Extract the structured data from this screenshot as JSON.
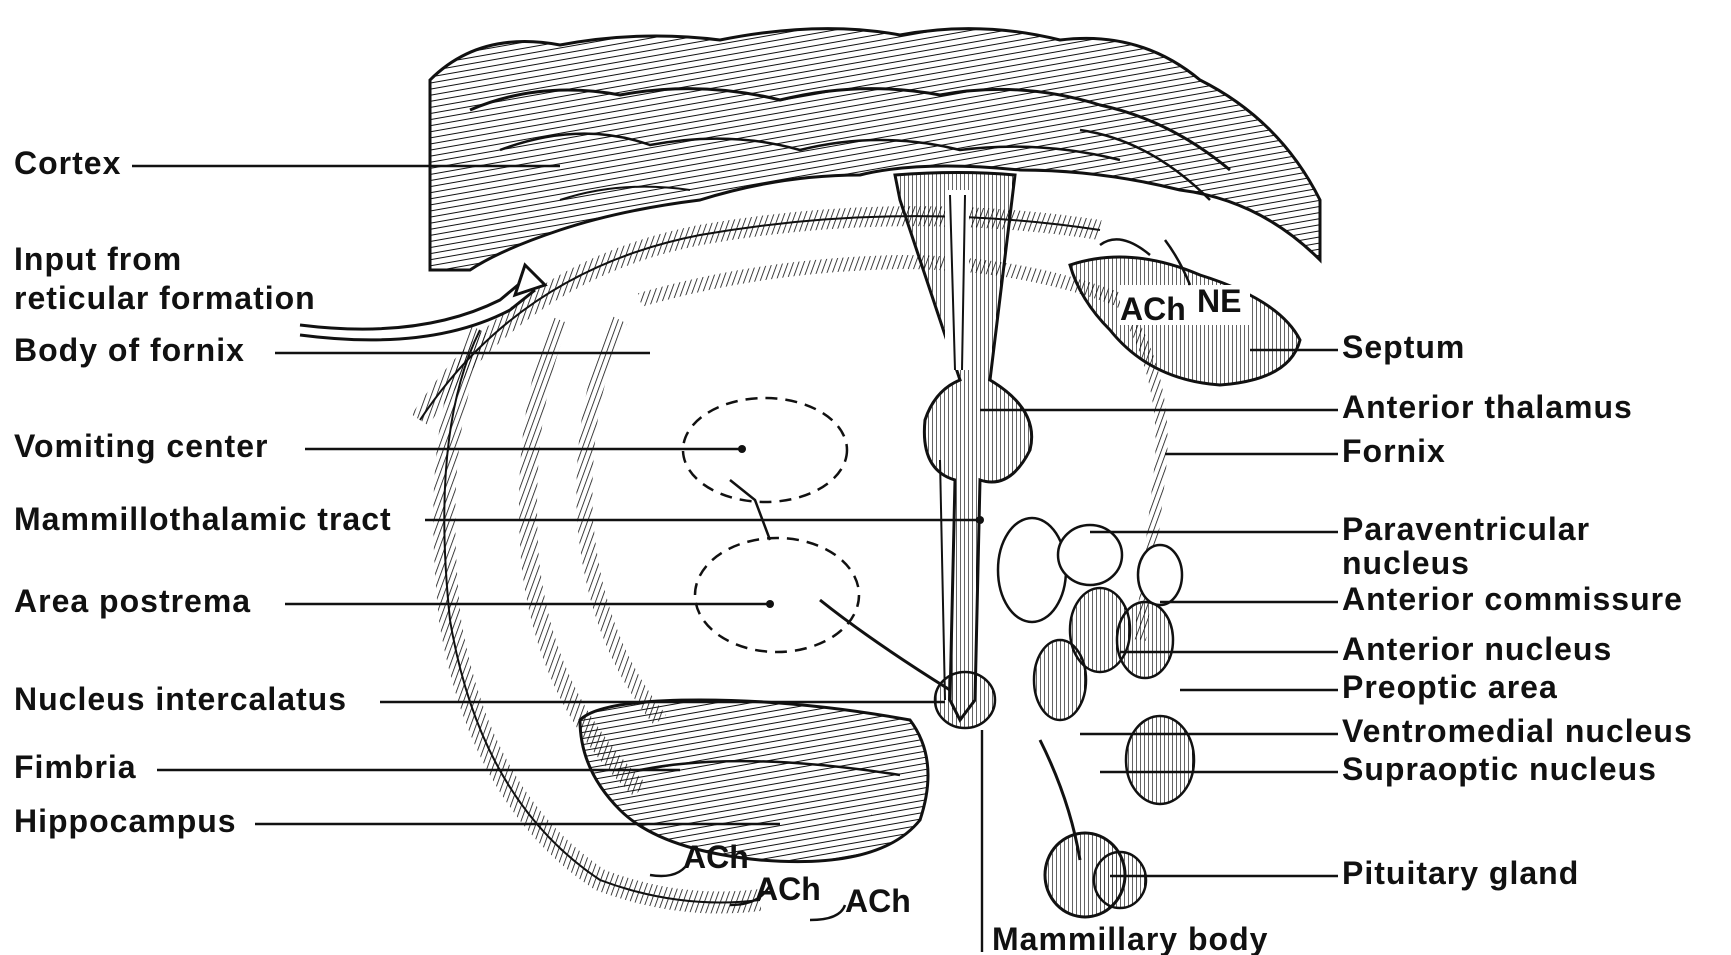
{
  "labels_left": [
    {
      "id": "cortex",
      "text": "Cortex"
    },
    {
      "id": "input1",
      "text": "Input from"
    },
    {
      "id": "input2",
      "text": "reticular formation"
    },
    {
      "id": "body-fornix",
      "text": "Body of fornix"
    },
    {
      "id": "vomiting",
      "text": "Vomiting center"
    },
    {
      "id": "mammillothalamic",
      "text": "Mammillothalamic tract"
    },
    {
      "id": "area-postrema",
      "text": "Area postrema"
    },
    {
      "id": "intercalatus",
      "text": "Nucleus intercalatus"
    },
    {
      "id": "fimbria",
      "text": "Fimbria"
    },
    {
      "id": "hippocampus",
      "text": "Hippocampus"
    }
  ],
  "labels_right": [
    {
      "id": "septum",
      "text": "Septum"
    },
    {
      "id": "ant-thalamus",
      "text": "Anterior thalamus"
    },
    {
      "id": "fornix",
      "text": "Fornix"
    },
    {
      "id": "paraventricular1",
      "text": "Paraventricular"
    },
    {
      "id": "paraventricular2",
      "text": "nucleus"
    },
    {
      "id": "ant-commissure",
      "text": "Anterior commissure"
    },
    {
      "id": "ant-nucleus",
      "text": "Anterior nucleus"
    },
    {
      "id": "preoptic",
      "text": "Preoptic area"
    },
    {
      "id": "ventromedial",
      "text": "Ventromedial nucleus"
    },
    {
      "id": "supraoptic",
      "text": "Supraoptic nucleus"
    },
    {
      "id": "pituitary",
      "text": "Pituitary gland"
    }
  ],
  "label_bottom": {
    "id": "mammillary",
    "text": "Mammillary body"
  },
  "inner_labels": {
    "septum_ach": "ACh",
    "septum_ne": "NE",
    "hippo_ach1": "ACh",
    "hippo_ach2": "ACh",
    "hippo_ach3": "ACh"
  }
}
